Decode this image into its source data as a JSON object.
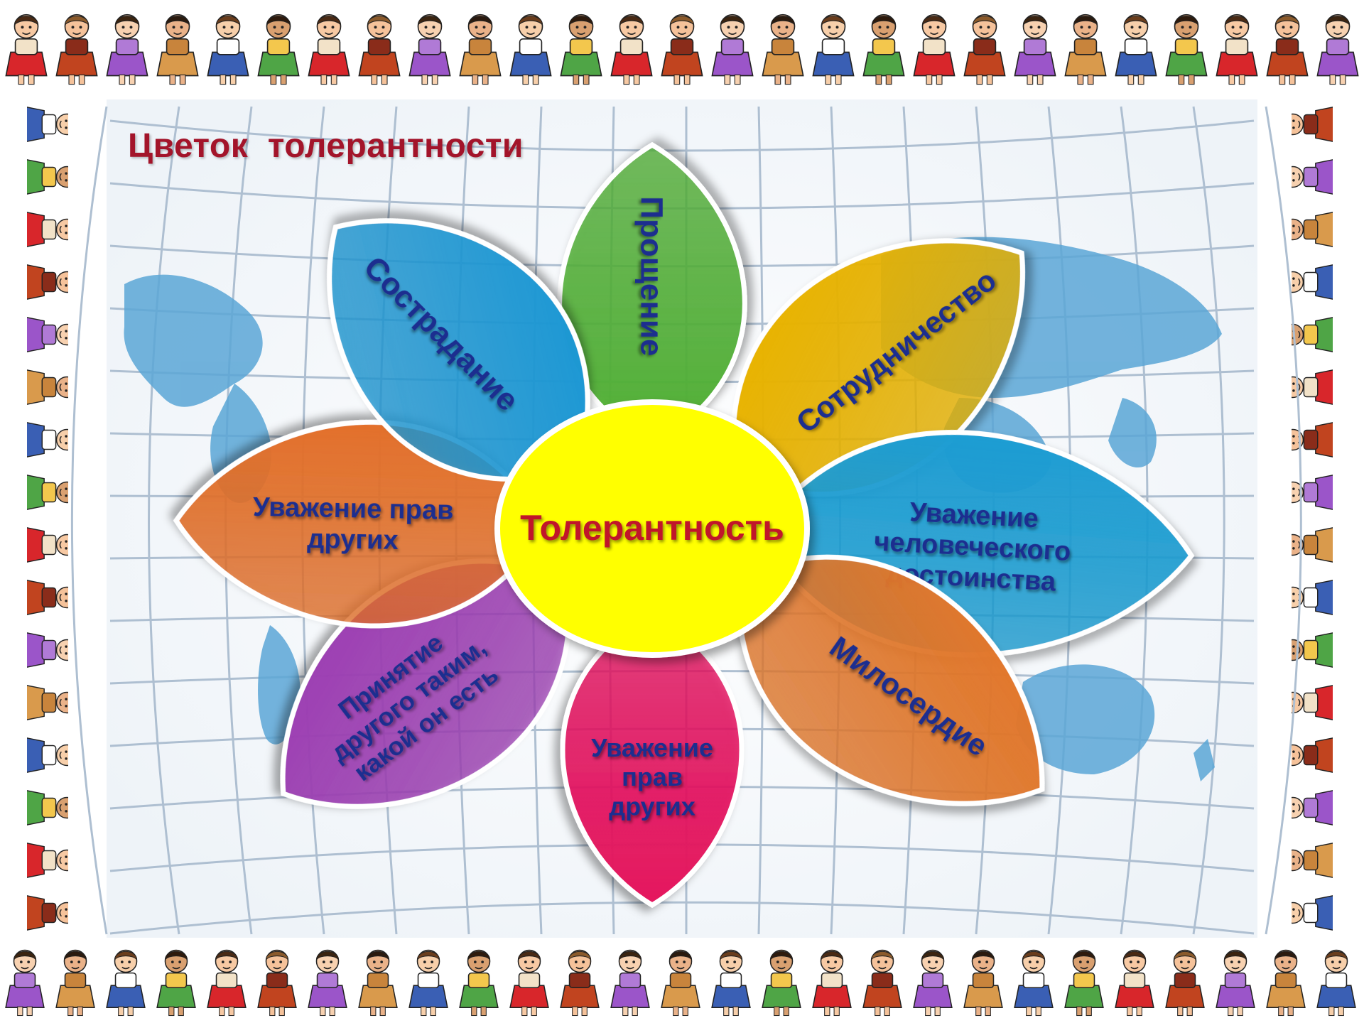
{
  "title": "Цветок  толерантности",
  "center_label": "Толерантность",
  "petals": [
    {
      "id": "proshchenie",
      "lines": [
        "Прощение"
      ],
      "color": "#52b037"
    },
    {
      "id": "sotrudnichestvo",
      "lines": [
        "Сотрудничество"
      ],
      "color": "#e8b300"
    },
    {
      "id": "uvazhenie-dostoinstva",
      "lines": [
        "Уважение",
        "человеческого",
        "достоинства"
      ],
      "color": "#1b9dd3"
    },
    {
      "id": "miloserdie",
      "lines": [
        "Милосердие"
      ],
      "color": "#e2772a"
    },
    {
      "id": "uvazhenie-prav-bottom",
      "lines": [
        "Уважение",
        "прав",
        "других"
      ],
      "color": "#e5135e"
    },
    {
      "id": "prinyatie",
      "lines": [
        "Принятие",
        "другого таким,",
        "какой он есть"
      ],
      "color": "#9d3fb3"
    },
    {
      "id": "uvazhenie-prav-left",
      "lines": [
        "Уважение прав",
        "других"
      ],
      "color": "#e3702a"
    },
    {
      "id": "sostradanie",
      "lines": [
        "Сострадание"
      ],
      "color": "#1e98d4"
    }
  ],
  "colors": {
    "title": "#a3142a",
    "center_fill": "#ffff00",
    "center_text": "#c0142a",
    "petal_text": "#1d2f8f",
    "grid_line": "#aebfd1",
    "land": "#5aa6d6"
  },
  "icons": {
    "frame_figure": "cartoon-kid-icon"
  }
}
